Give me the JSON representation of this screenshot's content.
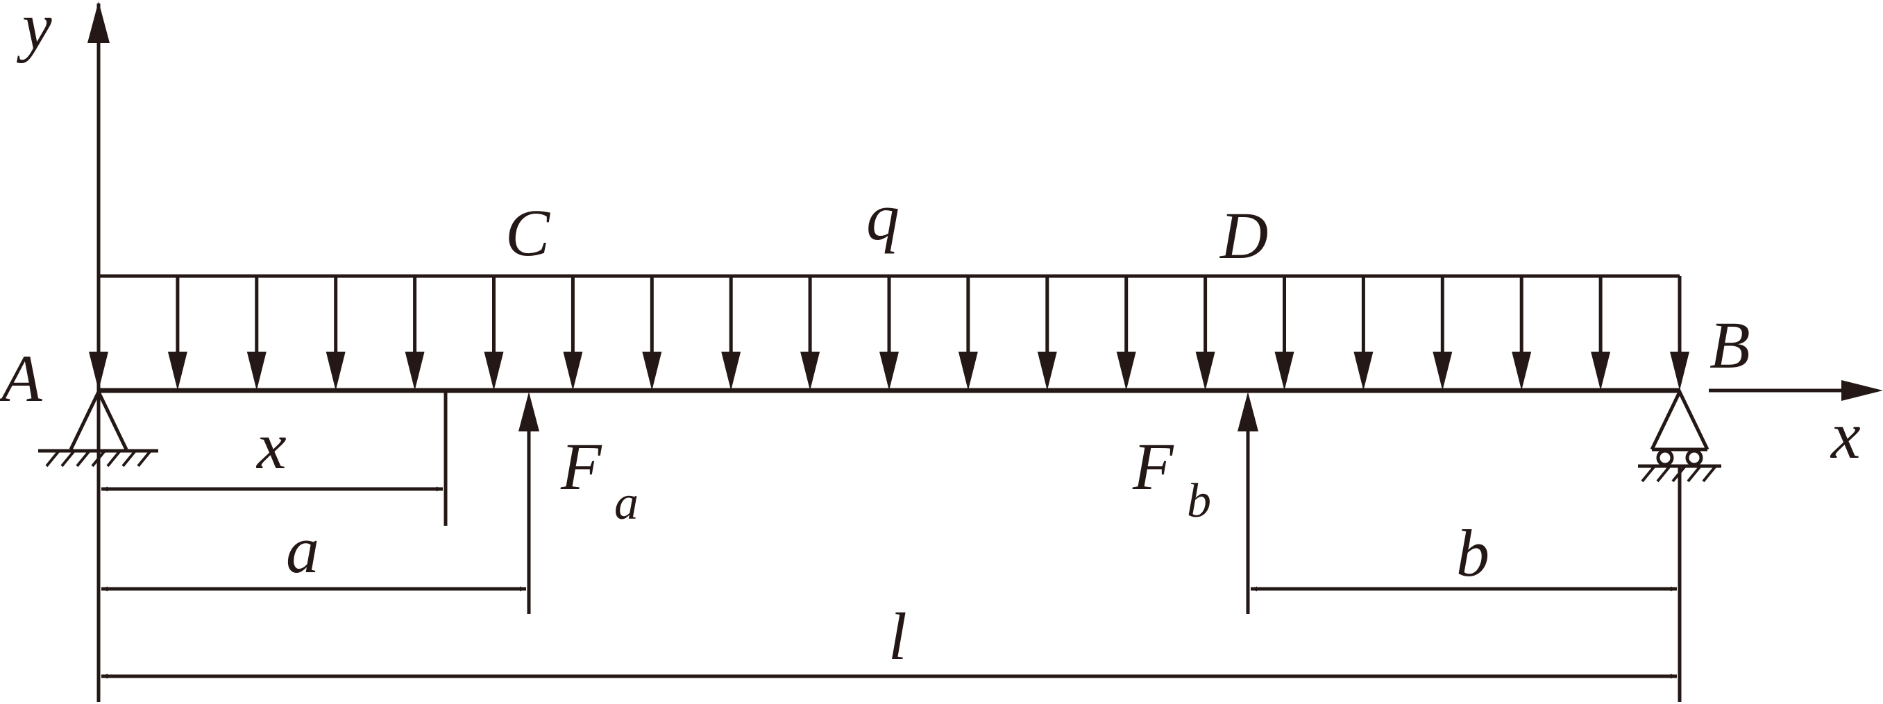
{
  "labels": {
    "y_axis": "y",
    "x_axis": "x",
    "point_a": "A",
    "point_b": "B",
    "point_c": "C",
    "point_d": "D",
    "load_q": "q",
    "force_a": "F",
    "force_a_sub": "a",
    "force_b": "F",
    "force_b_sub": "b",
    "dim_x": "x",
    "dim_a": "a",
    "dim_b": "b",
    "dim_l": "l"
  },
  "colors": {
    "ink": "#231815",
    "background": "#ffffff"
  }
}
